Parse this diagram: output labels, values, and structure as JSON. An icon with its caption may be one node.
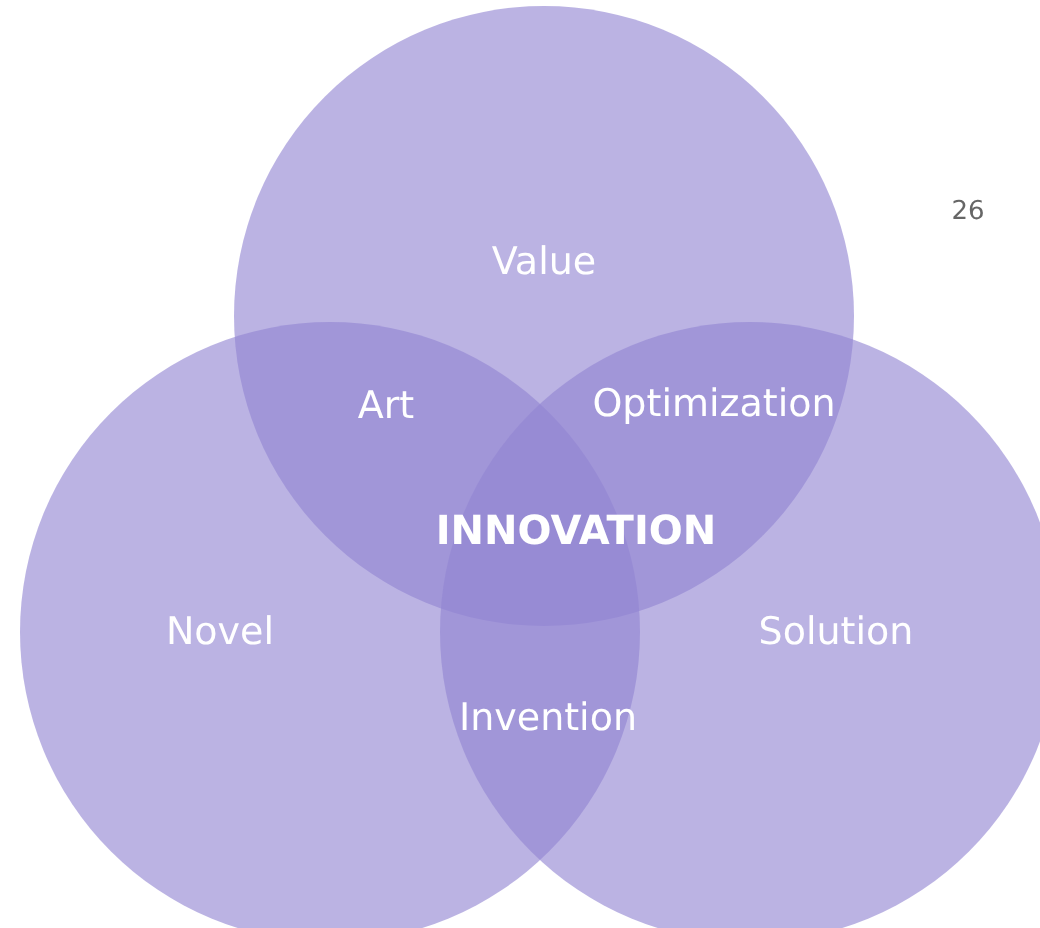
{
  "diagram": {
    "nodes": [
      {
        "text": [
          "Value"
        ]
      },
      {
        "text": [
          "Novel"
        ]
      },
      {
        "text": [
          "Solution"
        ]
      }
    ],
    "labels": [
      "26",
      "Art",
      "Optimization",
      "INNOVATION",
      "Invention"
    ]
  }
}
